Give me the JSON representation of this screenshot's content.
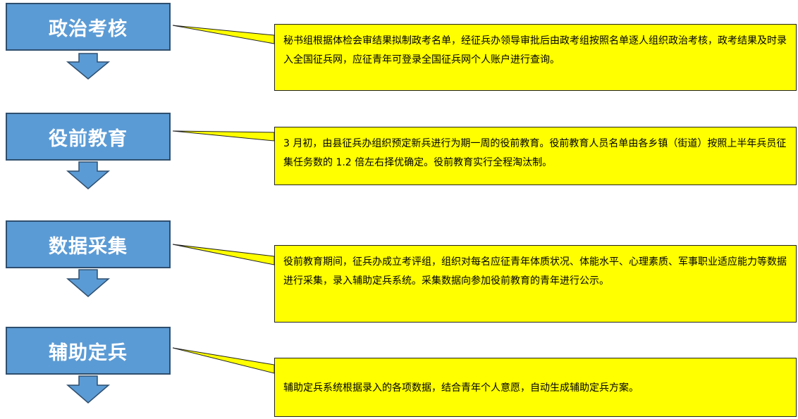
{
  "steps": [
    {
      "title": "政治考核",
      "note": "秘书组根据体检会审结果拟制政考名单，经征兵办领导审批后由政考组按照名单逐人组织政治考核，政考结果及时录入全国征兵网，应征青年可登录全国征兵网个人账户进行查询。"
    },
    {
      "title": "役前教育",
      "note": "3 月初，由县征兵办组织预定新兵进行为期一周的役前教育。役前教育人员名单由各乡镇（街道）按照上半年兵员征集任务数的 1.2 倍左右择优确定。役前教育实行全程淘汰制。"
    },
    {
      "title": "数据采集",
      "note": "役前教育期间，征兵办成立考评组，组织对每名应征青年体质状况、体能水平、心理素质、军事职业适应能力等数据进行采集，录入辅助定兵系统。采集数据向参加役前教育的青年进行公示。"
    },
    {
      "title": "辅助定兵",
      "note": "辅助定兵系统根据录入的各项数据，结合青年个人意愿，自动生成辅助定兵方案。"
    }
  ],
  "colors": {
    "step_fill": "#5b9bd5",
    "note_fill": "#ffff00",
    "arrow_fill": "#5b9bd5"
  }
}
